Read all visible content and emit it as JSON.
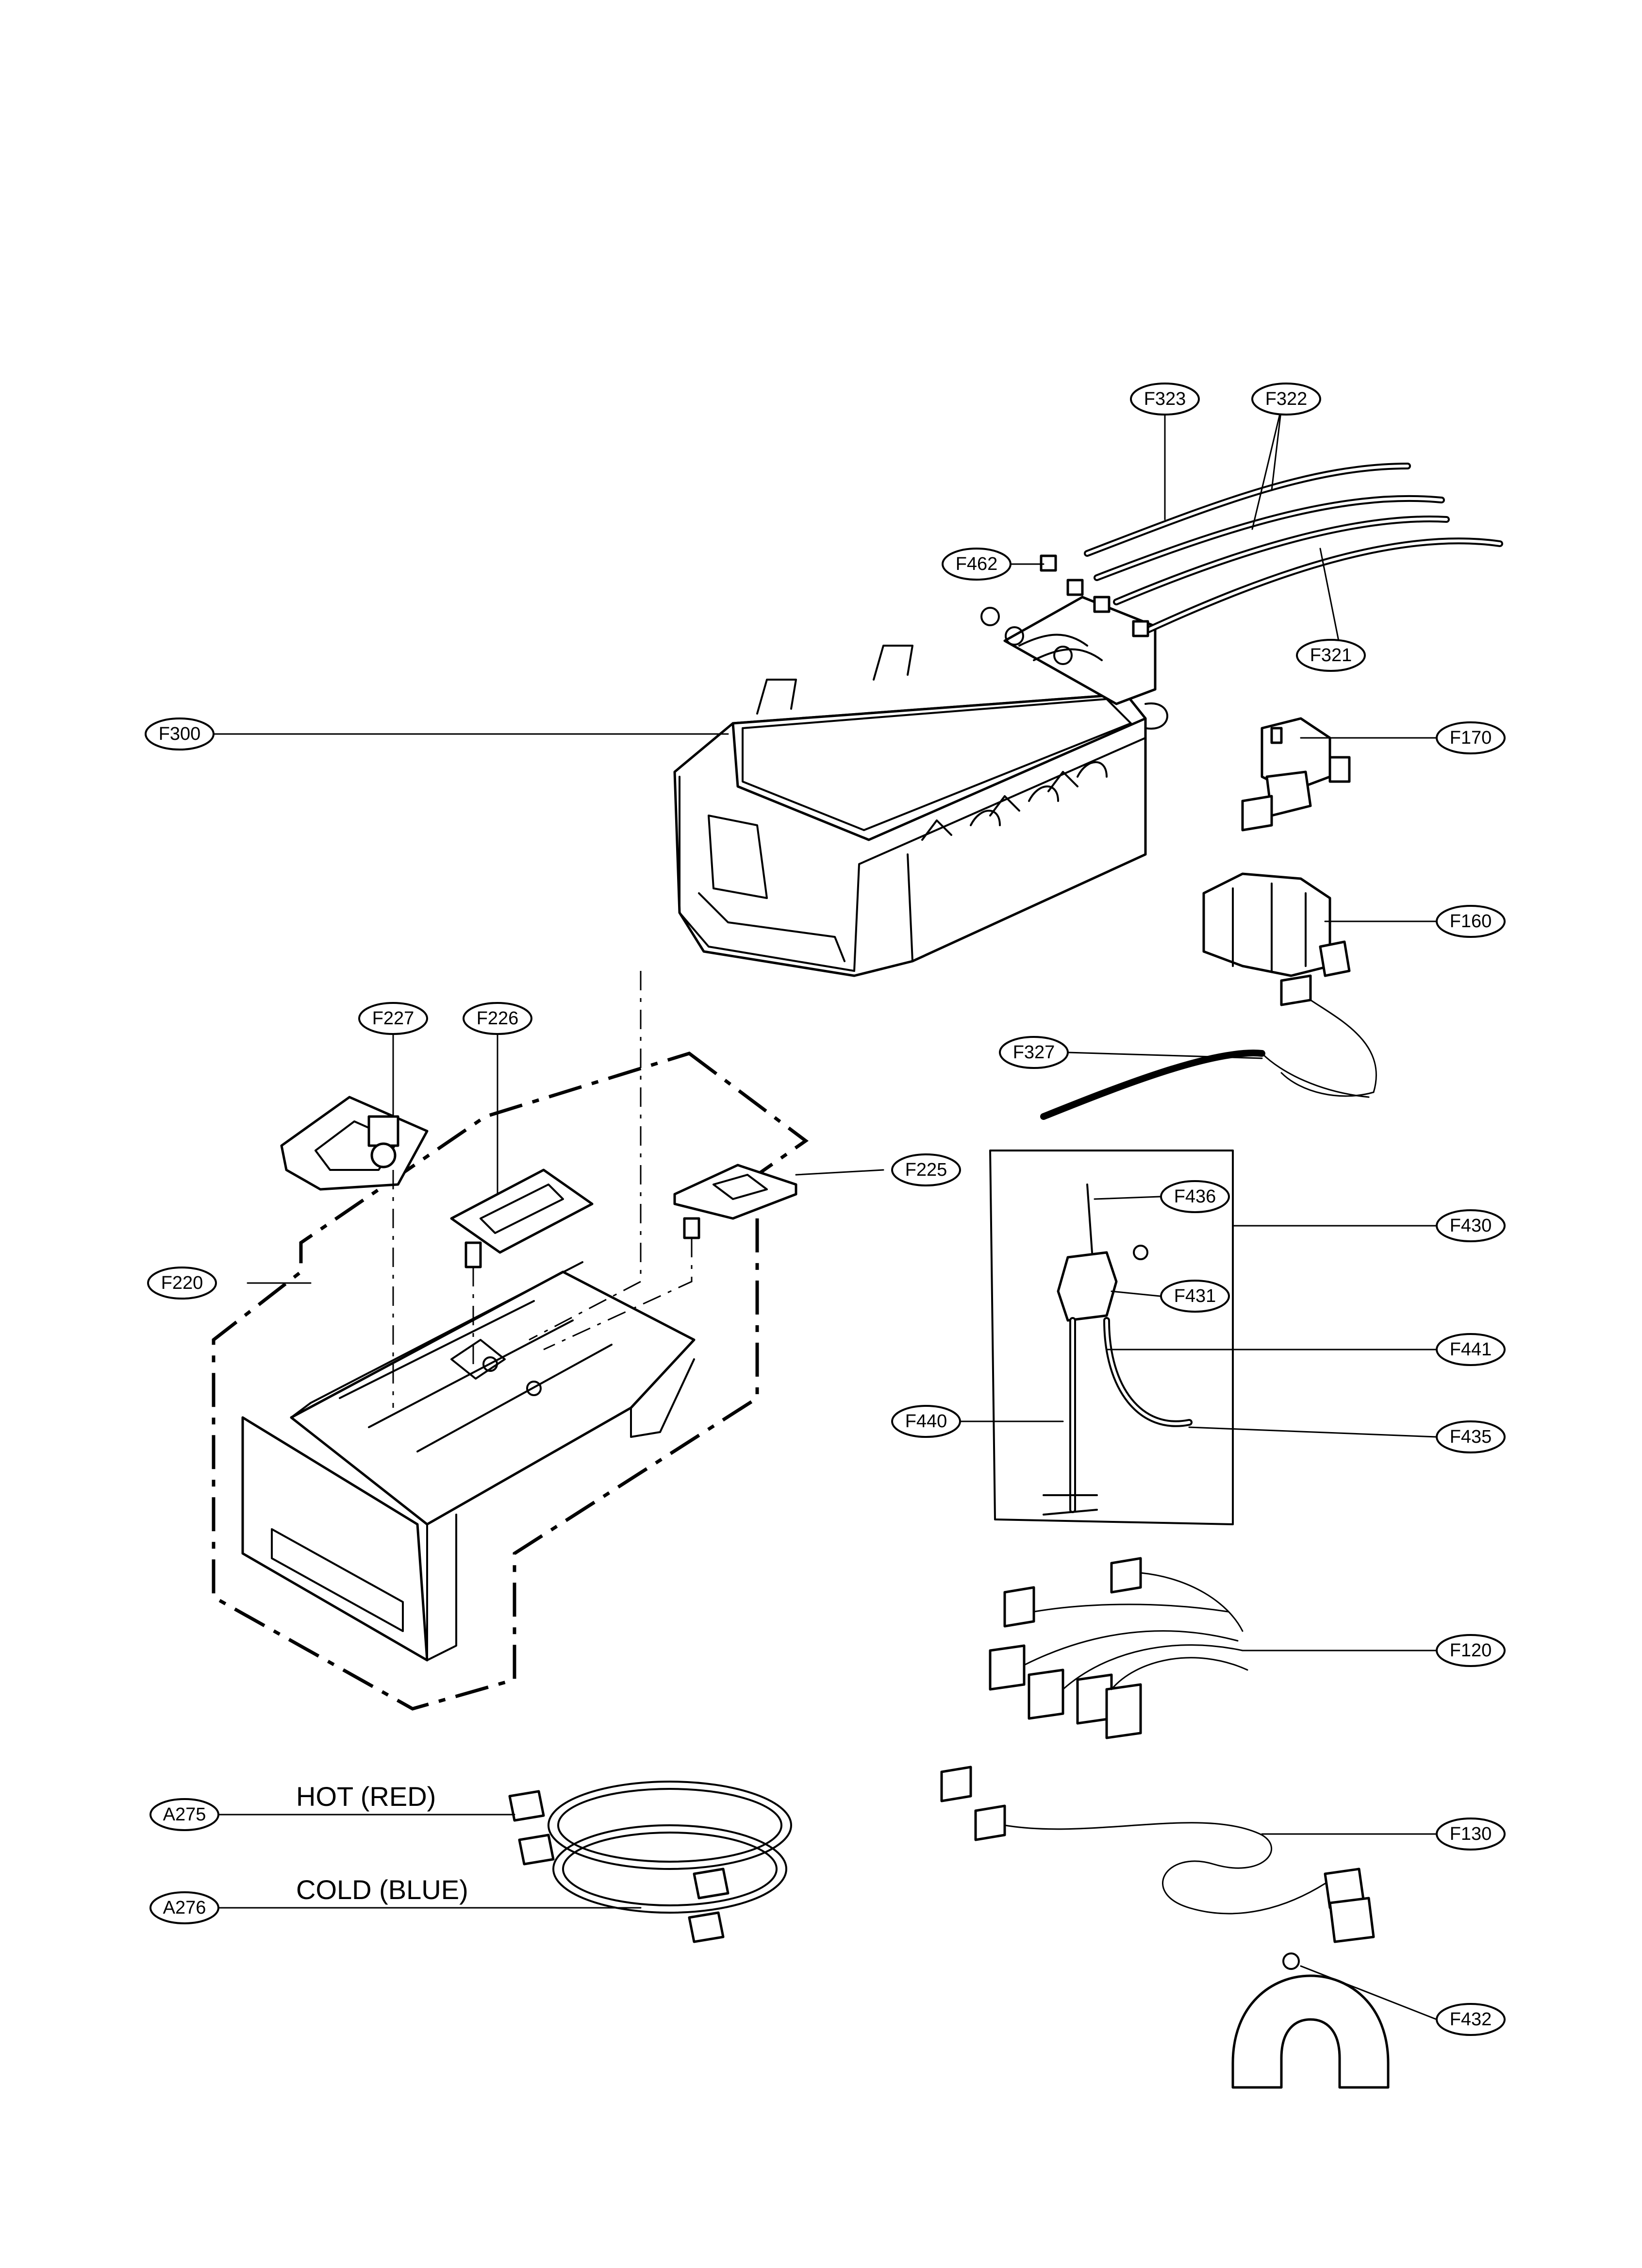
{
  "labels": {
    "F323": "F323",
    "F322": "F322",
    "F462": "F462",
    "F321": "F321",
    "F300": "F300",
    "F170": "F170",
    "F160": "F160",
    "F327": "F327",
    "F227": "F227",
    "F226": "F226",
    "F225": "F225",
    "F220": "F220",
    "F436": "F436",
    "F430": "F430",
    "F431": "F431",
    "F441": "F441",
    "F440": "F440",
    "F435": "F435",
    "F120": "F120",
    "F130": "F130",
    "A275": "A275",
    "A276": "A276",
    "F432": "F432"
  },
  "captions": {
    "hot": "HOT (RED)",
    "cold": "COLD (BLUE)"
  }
}
